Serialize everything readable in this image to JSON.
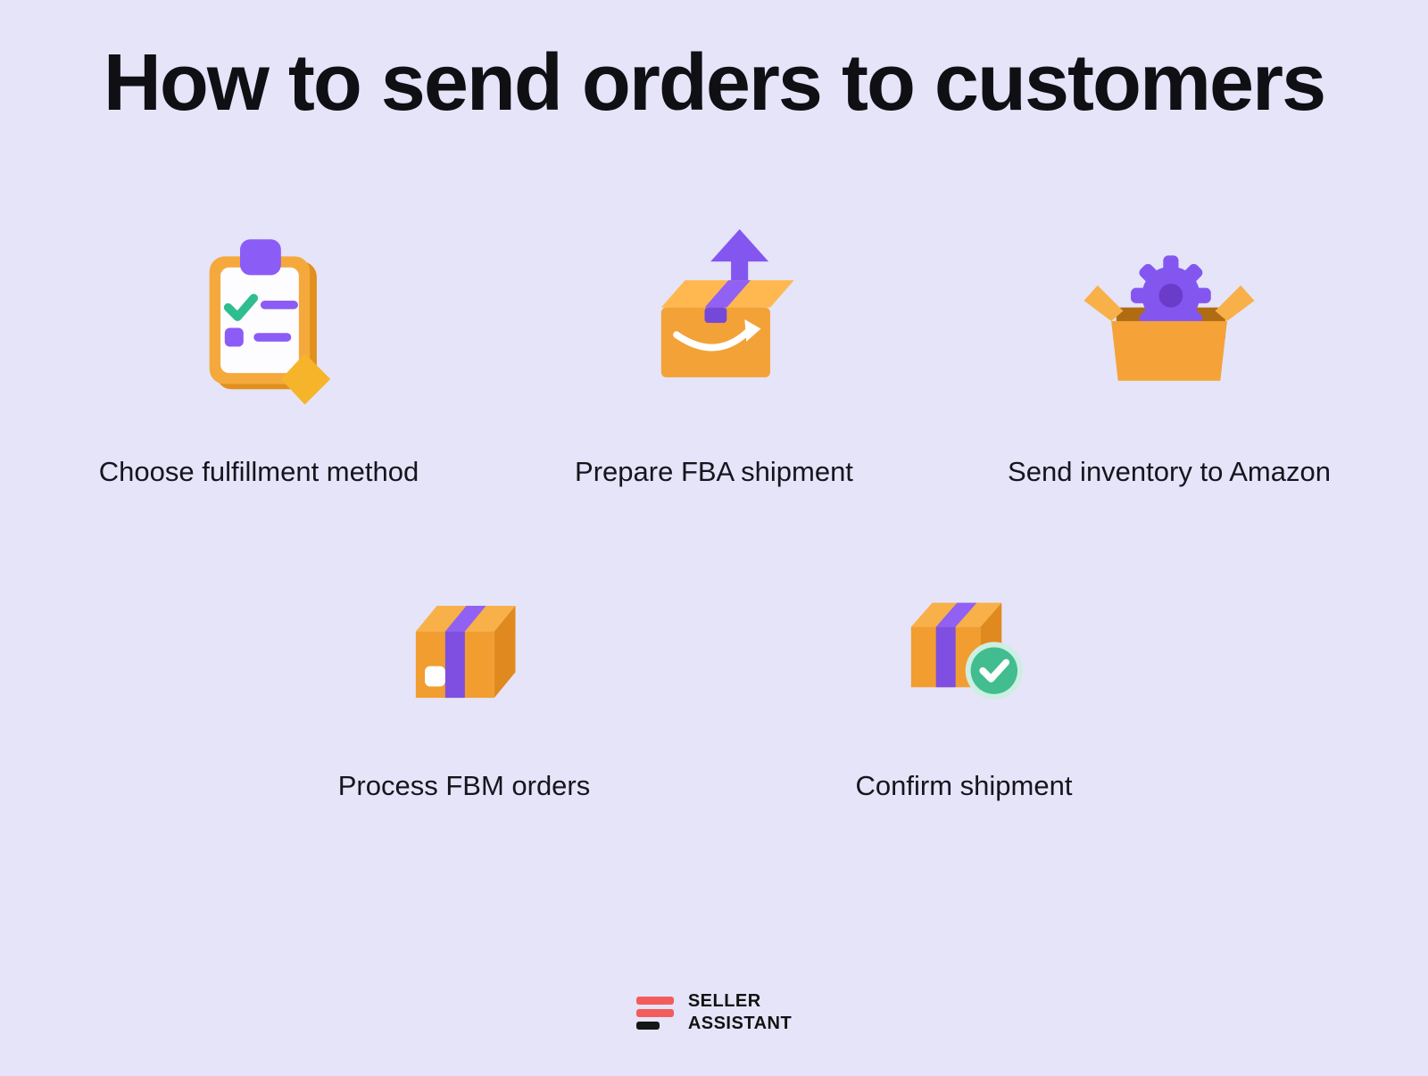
{
  "page": {
    "title": "How to send orders to customers",
    "background_color": "#e5e4f8"
  },
  "steps": [
    {
      "id": "choose-fulfillment-method",
      "label": "Choose fulfillment method",
      "icon": "clipboard-checklist-icon"
    },
    {
      "id": "prepare-fba-shipment",
      "label": "Prepare FBA shipment",
      "icon": "box-arrow-up-icon"
    },
    {
      "id": "send-inventory-to-amazon",
      "label": "Send inventory to Amazon",
      "icon": "open-box-gear-icon"
    },
    {
      "id": "process-fbm-orders",
      "label": "Process FBM orders",
      "icon": "closed-box-tape-icon"
    },
    {
      "id": "confirm-shipment",
      "label": "Confirm shipment",
      "icon": "box-checkmark-icon"
    }
  ],
  "footer": {
    "brand_line1": "SELLER",
    "brand_line2": "ASSISTANT"
  },
  "colors": {
    "orange": "#f29d2f",
    "orange_light": "#f8b049",
    "orange_dark": "#e0891f",
    "purple": "#8b5cf6",
    "purple_dark": "#7448d8",
    "green": "#41bd90",
    "text": "#15151d",
    "logo_red": "#f25c5c",
    "logo_black": "#161616"
  }
}
